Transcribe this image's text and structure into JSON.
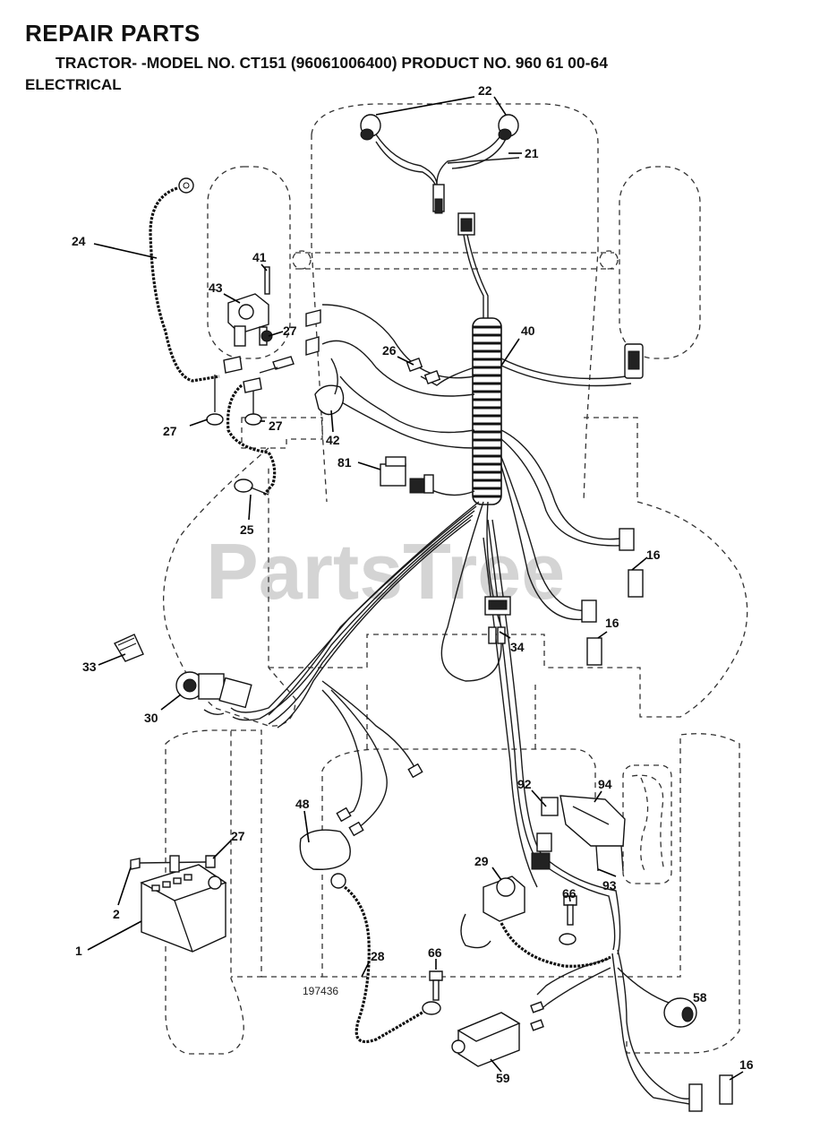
{
  "header": {
    "title": "REPAIR PARTS",
    "subtitle": "TRACTOR- -MODEL NO. CT151 (96061006400) PRODUCT NO. 960 61 00-64",
    "section": "ELECTRICAL"
  },
  "watermark": "PartsTree",
  "figure_number": "197436",
  "callouts": {
    "c22": "22",
    "c21": "21",
    "c24": "24",
    "c41": "41",
    "c43": "43",
    "c27a": "27",
    "c26": "26",
    "c40": "40",
    "c27b": "27",
    "c27c": "27",
    "c42": "42",
    "c81": "81",
    "c25": "25",
    "c16a": "16",
    "c16b": "16",
    "c34": "34",
    "c33": "33",
    "c30": "30",
    "c48": "48",
    "c27d": "27",
    "c92": "92",
    "c94": "94",
    "c93": "93",
    "c29": "29",
    "c66a": "66",
    "c2": "2",
    "c1": "1",
    "c28": "28",
    "c66b": "66",
    "c58": "58",
    "c59": "59",
    "c16c": "16"
  }
}
